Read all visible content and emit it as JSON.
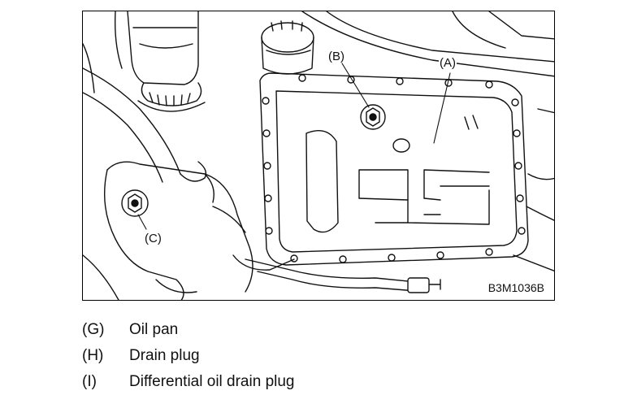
{
  "figure": {
    "code": "B3M1036B",
    "callouts": {
      "a": "(A)",
      "b": "(B)",
      "c": "(C)"
    }
  },
  "legend": [
    {
      "key": "(G)",
      "text": "Oil pan"
    },
    {
      "key": "(H)",
      "text": "Drain plug"
    },
    {
      "key": "(I)",
      "text": "Differential oil drain plug"
    }
  ],
  "colors": {
    "ink": "#111111",
    "paper": "#ffffff"
  }
}
